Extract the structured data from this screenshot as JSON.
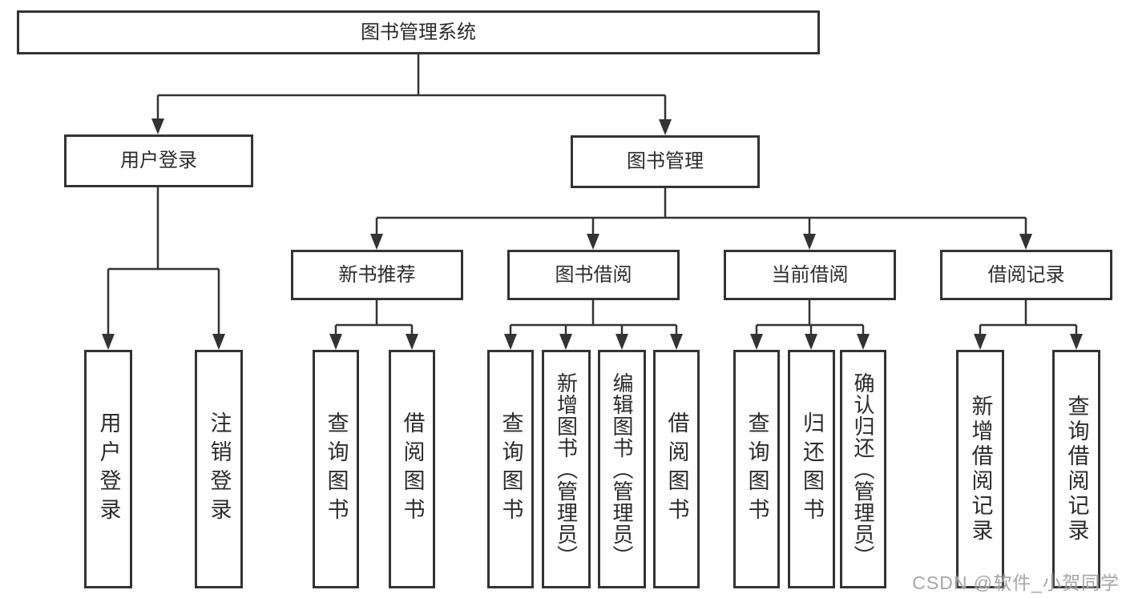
{
  "nodes": {
    "root": "图书管理系统",
    "user_login": "用户登录",
    "book_mgmt": "图书管理",
    "new_book_rec": "新书推荐",
    "book_borrow": "图书借阅",
    "current_borrow": "当前借阅",
    "borrow_record": "借阅记录",
    "ul_user_login": "用户登录",
    "ul_logout": "注销登录",
    "nb_query": "查询图书",
    "nb_borrow": "借阅图书",
    "bb_query": "查询图书",
    "bb_add": "新增图书（管理员）",
    "bb_edit": "编辑图书（管理员）",
    "bb_borrow": "借阅图书",
    "cb_query": "查询图书",
    "cb_return": "归还图书",
    "cb_confirm": "确认归还（管理员）",
    "br_add": "新增借阅记录",
    "br_query": "查询借阅记录"
  },
  "tree": {
    "label": "图书管理系统",
    "children": [
      {
        "label": "用户登录",
        "children": [
          {
            "label": "用户登录"
          },
          {
            "label": "注销登录"
          }
        ]
      },
      {
        "label": "图书管理",
        "children": [
          {
            "label": "新书推荐",
            "children": [
              {
                "label": "查询图书"
              },
              {
                "label": "借阅图书"
              }
            ]
          },
          {
            "label": "图书借阅",
            "children": [
              {
                "label": "查询图书"
              },
              {
                "label": "新增图书（管理员）"
              },
              {
                "label": "编辑图书（管理员）"
              },
              {
                "label": "借阅图书"
              }
            ]
          },
          {
            "label": "当前借阅",
            "children": [
              {
                "label": "查询图书"
              },
              {
                "label": "归还图书"
              },
              {
                "label": "确认归还（管理员）"
              }
            ]
          },
          {
            "label": "借阅记录",
            "children": [
              {
                "label": "新增借阅记录"
              },
              {
                "label": "查询借阅记录"
              }
            ]
          }
        ]
      }
    ]
  },
  "watermark": {
    "text": "CSDN @软件_小贺同学"
  },
  "colors": {
    "line": "#333333",
    "box_border": "#333333",
    "text": "#2b2b2b",
    "watermark": "#969696",
    "background": "#ffffff"
  }
}
